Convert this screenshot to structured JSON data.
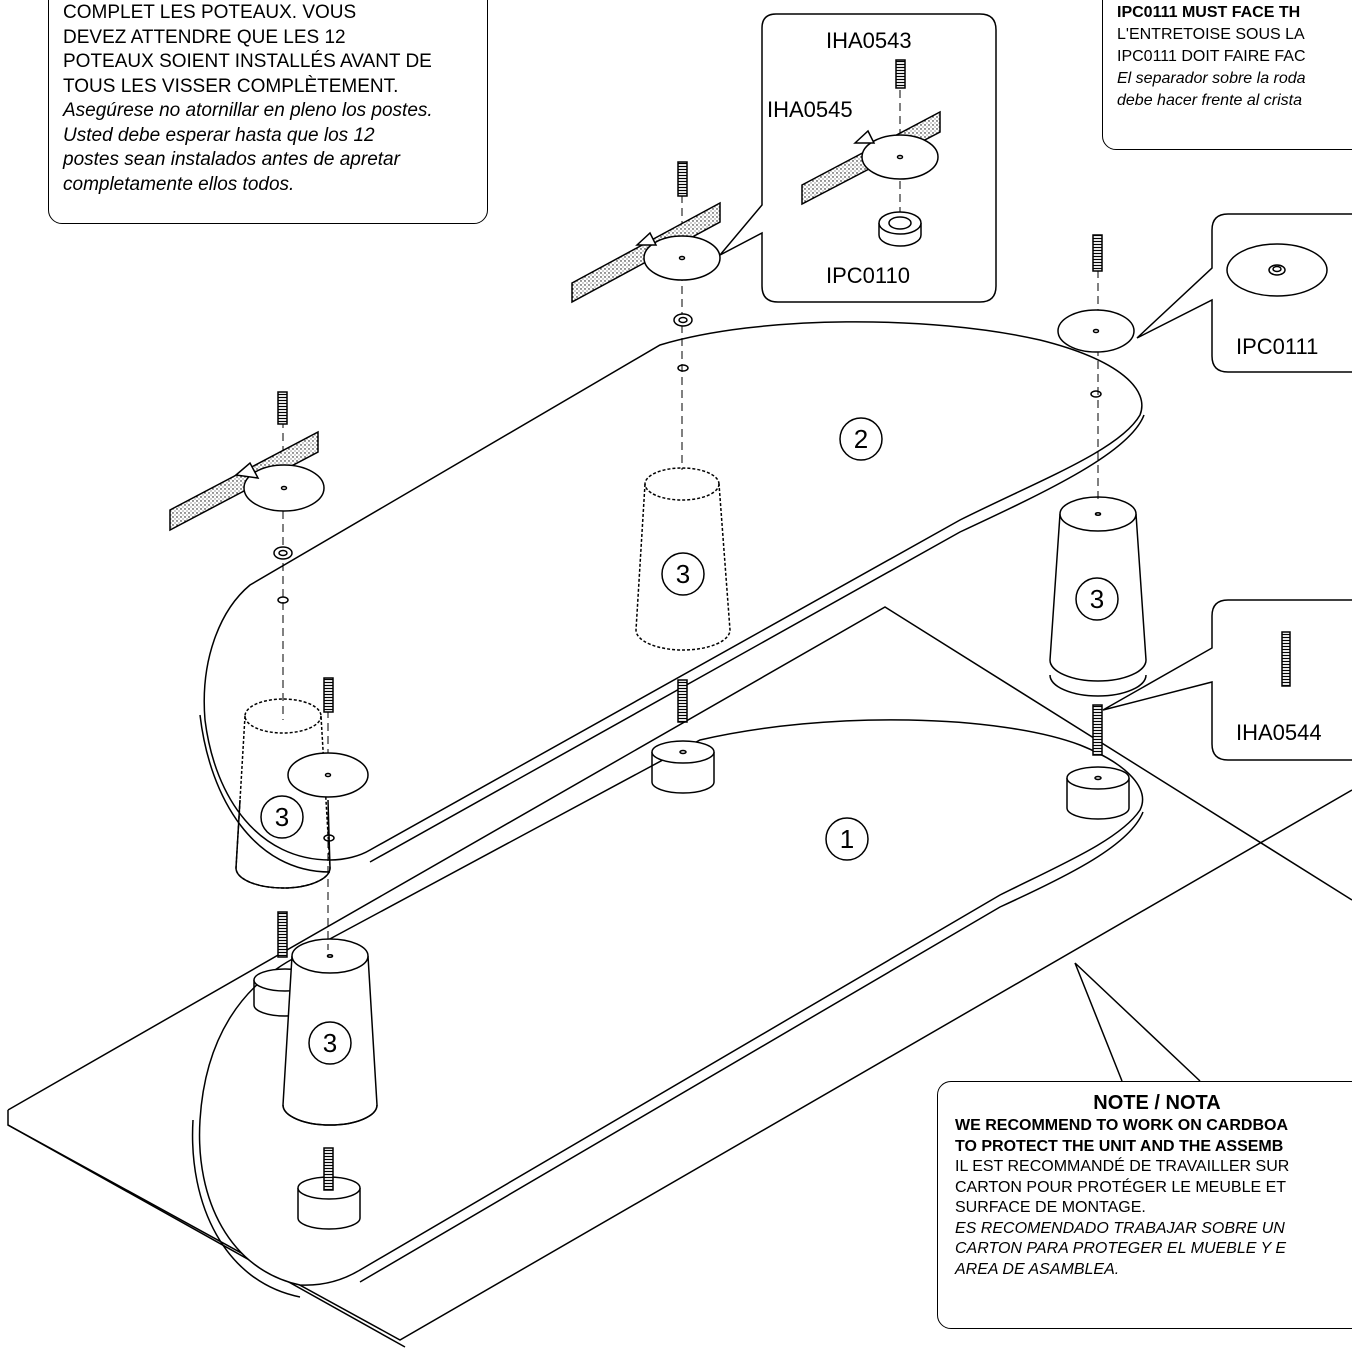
{
  "note_top_left": {
    "lines": [
      "COMPLET LES POTEAUX. VOUS",
      "DEVEZ ATTENDRE QUE LES 12",
      "POTEAUX SOIENT INSTALLÉS AVANT DE",
      "TOUS LES VISSER COMPLÈTEMENT."
    ],
    "italic_lines": [
      "Asegúrese no atornillar en pleno los postes.",
      "Usted debe esperar hasta que los 12",
      "postes sean instalados antes de apretar",
      "completamente ellos todos."
    ]
  },
  "note_top_right": {
    "bold_line": "IPC0111 MUST FACE TH",
    "lines": [
      "L'ENTRETOISE SOUS LA",
      "IPC0111 DOIT FAIRE FAC"
    ],
    "italic_lines": [
      "El separador sobre la roda",
      "debe hacer frente al crista"
    ]
  },
  "note_bottom_right": {
    "heading": "NOTE / NOTA",
    "bold_lines": [
      "WE RECOMMEND TO WORK ON CARDBOA",
      "TO PROTECT THE UNIT AND THE ASSEMB"
    ],
    "lines": [
      "IL EST RECOMMANDÉ DE TRAVAILLER SUR",
      "CARTON POUR PROTÉGER LE MEUBLE ET",
      "SURFACE DE MONTAGE."
    ],
    "italic_lines": [
      "ES RECOMENDADO TRABAJAR SOBRE UN",
      "CARTON PARA PROTEGER EL MUEBLE Y E",
      "AREA DE ASAMBLEA."
    ]
  },
  "callouts": {
    "detail_1": {
      "part_a": "IHA0543",
      "part_b": "IHA0545",
      "part_c": "IPC0110"
    },
    "detail_2": {
      "part": "IPC0111"
    },
    "detail_3": {
      "part": "IHA0544"
    }
  },
  "part_numbers": {
    "shelf_top": "2",
    "shelf_bottom": "1",
    "post": "3"
  }
}
